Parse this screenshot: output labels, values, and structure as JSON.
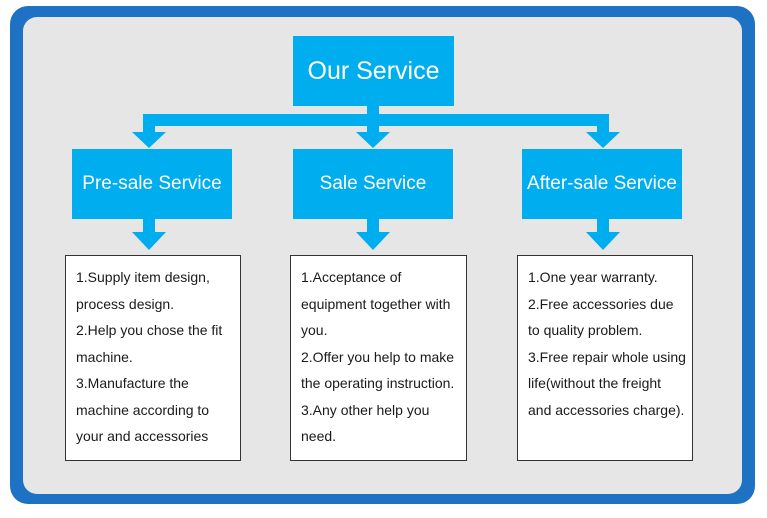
{
  "diagram": {
    "title": "Our Service",
    "colors": {
      "box": "#00aeef",
      "frame": "#1e72c4",
      "panel": "#e6e6e6",
      "arrow": "#00aeef"
    },
    "columns": [
      {
        "heading": "Pre-sale Service",
        "items": [
          "1.Supply item design, process design.",
          "2.Help you chose the fit machine.",
          "3.Manufacture the machine according to your and accessories"
        ]
      },
      {
        "heading": "Sale Service",
        "items": [
          "1.Acceptance of equipment together with you.",
          "2.Offer you help to make the operating instruction.",
          "3.Any other help you need."
        ]
      },
      {
        "heading": "After-sale Service",
        "items": [
          "1.One year warranty.",
          "2.Free accessories due to quality problem.",
          "3.Free repair whole using life(without the freight and accessories charge)."
        ]
      }
    ]
  }
}
